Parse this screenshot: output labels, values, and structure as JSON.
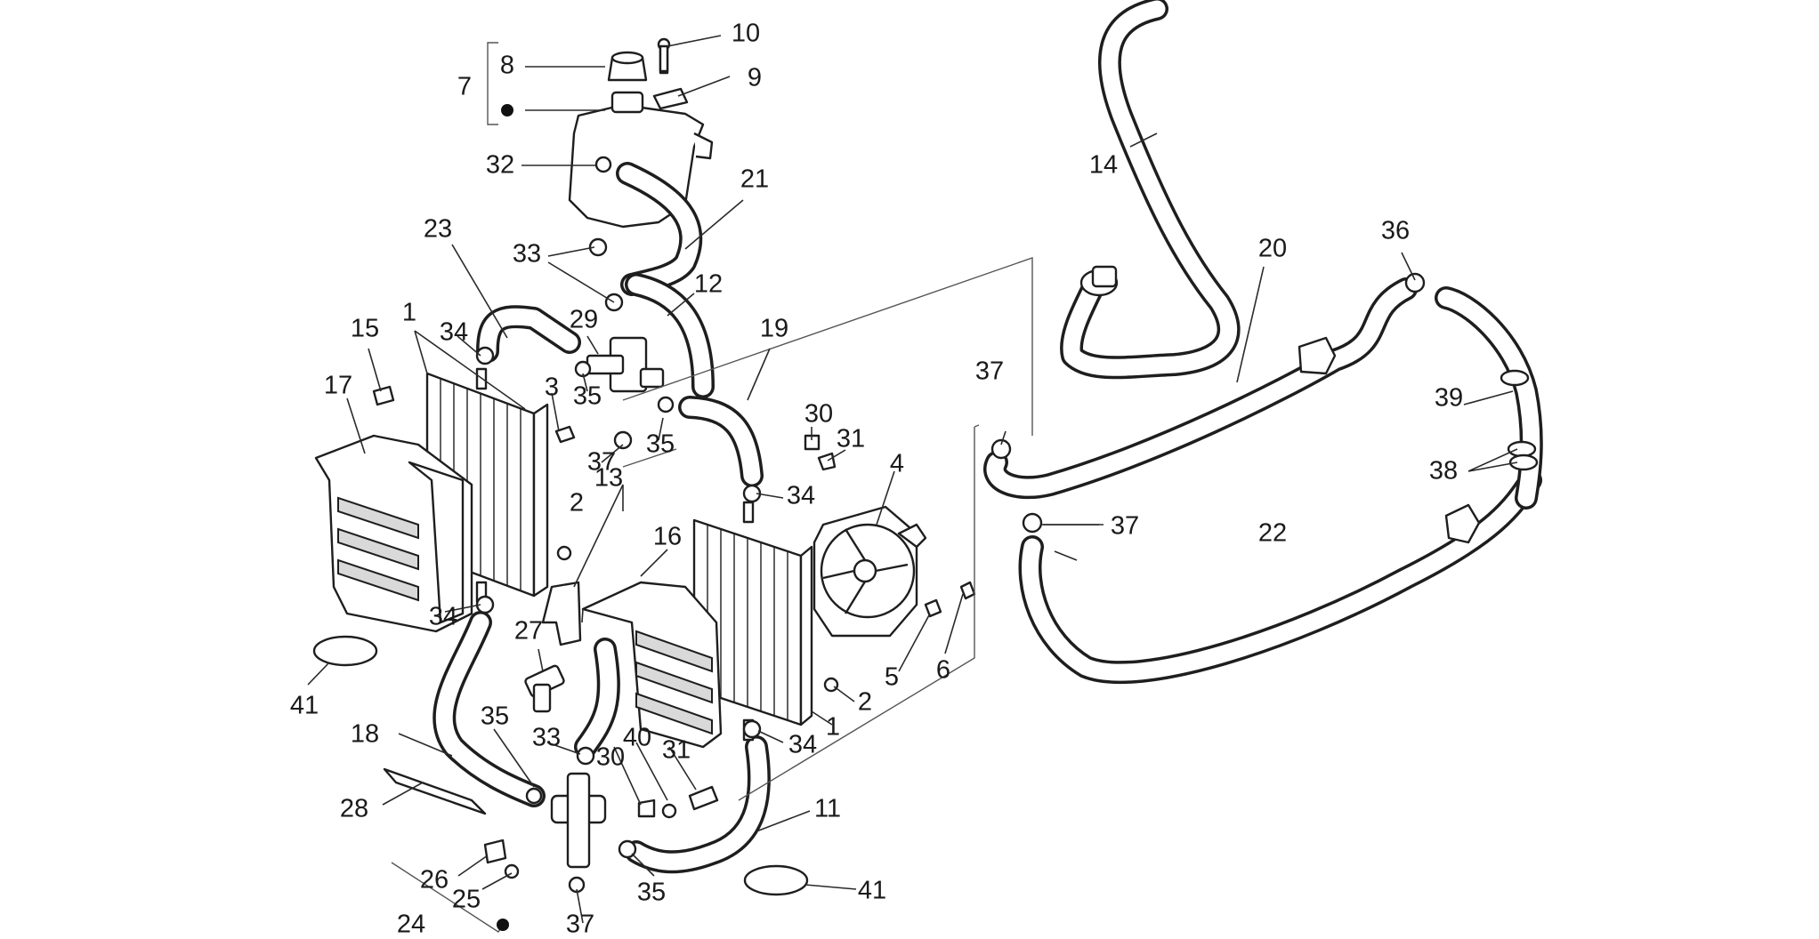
{
  "callouts": [
    {
      "id": "c10",
      "text": "10"
    },
    {
      "id": "c8",
      "text": "8"
    },
    {
      "id": "c9",
      "text": "9"
    },
    {
      "id": "c7",
      "text": "7"
    },
    {
      "id": "c32",
      "text": "32"
    },
    {
      "id": "c21",
      "text": "21"
    },
    {
      "id": "c14",
      "text": "14"
    },
    {
      "id": "c23",
      "text": "23"
    },
    {
      "id": "c33a",
      "text": "33"
    },
    {
      "id": "c12",
      "text": "12"
    },
    {
      "id": "c20",
      "text": "20"
    },
    {
      "id": "c36",
      "text": "36"
    },
    {
      "id": "c15",
      "text": "15"
    },
    {
      "id": "c1a",
      "text": "1"
    },
    {
      "id": "c34a",
      "text": "34"
    },
    {
      "id": "c29",
      "text": "29"
    },
    {
      "id": "c19",
      "text": "19"
    },
    {
      "id": "c17",
      "text": "17"
    },
    {
      "id": "c3",
      "text": "3"
    },
    {
      "id": "c35a",
      "text": "35"
    },
    {
      "id": "c37a",
      "text": "37"
    },
    {
      "id": "c30a",
      "text": "30"
    },
    {
      "id": "c39",
      "text": "39"
    },
    {
      "id": "c35b",
      "text": "35"
    },
    {
      "id": "c31a",
      "text": "31"
    },
    {
      "id": "c4",
      "text": "4"
    },
    {
      "id": "c37b",
      "text": "37"
    },
    {
      "id": "c38",
      "text": "38"
    },
    {
      "id": "c13",
      "text": "13"
    },
    {
      "id": "c34b",
      "text": "34"
    },
    {
      "id": "c2a",
      "text": "2"
    },
    {
      "id": "c37c",
      "text": "37"
    },
    {
      "id": "c16",
      "text": "16"
    },
    {
      "id": "c22",
      "text": "22"
    },
    {
      "id": "c34c",
      "text": "34"
    },
    {
      "id": "c27",
      "text": "27"
    },
    {
      "id": "c5",
      "text": "5"
    },
    {
      "id": "c6",
      "text": "6"
    },
    {
      "id": "c41a",
      "text": "41"
    },
    {
      "id": "c2b",
      "text": "2"
    },
    {
      "id": "c1b",
      "text": "1"
    },
    {
      "id": "c18",
      "text": "18"
    },
    {
      "id": "c35c",
      "text": "35"
    },
    {
      "id": "c33b",
      "text": "33"
    },
    {
      "id": "c40",
      "text": "40"
    },
    {
      "id": "c30b",
      "text": "30"
    },
    {
      "id": "c31b",
      "text": "31"
    },
    {
      "id": "c34d",
      "text": "34"
    },
    {
      "id": "c28",
      "text": "28"
    },
    {
      "id": "c11",
      "text": "11"
    },
    {
      "id": "c26",
      "text": "26"
    },
    {
      "id": "c25",
      "text": "25"
    },
    {
      "id": "c35d",
      "text": "35"
    },
    {
      "id": "c41b",
      "text": "41"
    },
    {
      "id": "c24",
      "text": "24"
    },
    {
      "id": "c37d",
      "text": "37"
    }
  ]
}
